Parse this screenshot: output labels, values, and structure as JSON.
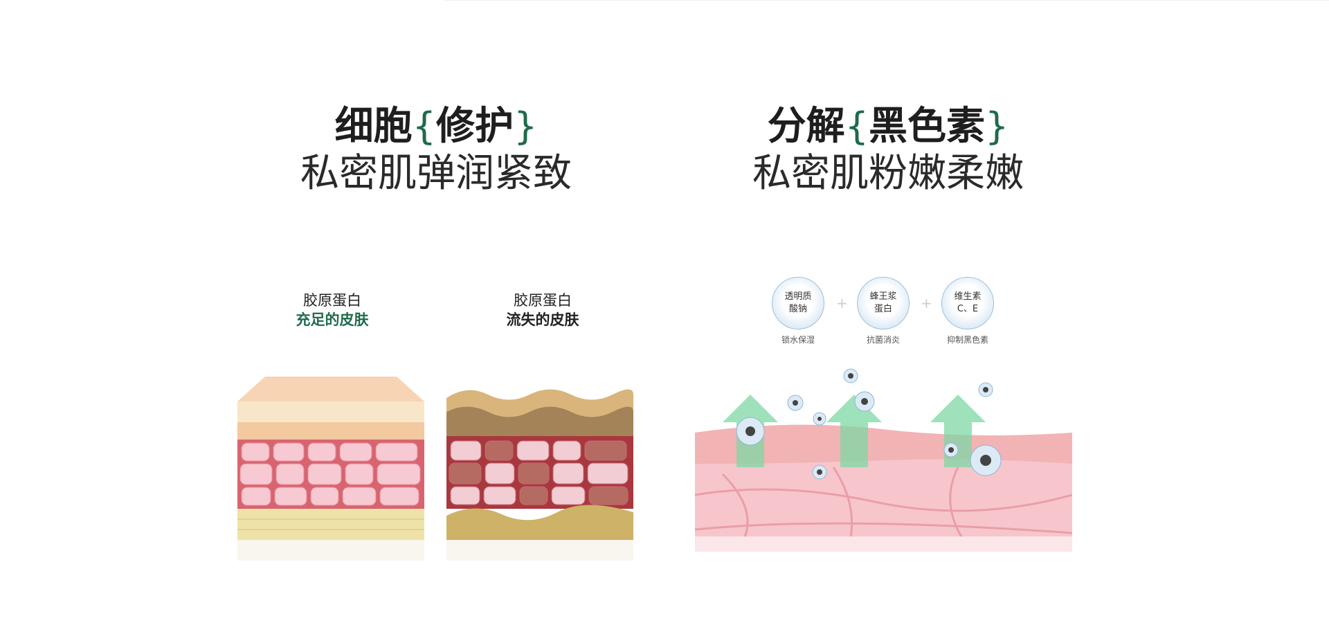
{
  "left": {
    "title_a": "细胞",
    "title_b": "修护",
    "open": "{",
    "close": "}",
    "subtitle": "私密肌弹润紧致",
    "labels": [
      {
        "line1": "胶原蛋白",
        "line2": "充足的皮肤"
      },
      {
        "line1": "胶原蛋白",
        "line2": "流失的皮肤"
      }
    ]
  },
  "right": {
    "title_a": "分解",
    "title_b": "黑色素",
    "open": "{",
    "close": "}",
    "subtitle": "私密肌粉嫩柔嫩",
    "ingredients": [
      {
        "line1": "透明质",
        "line2": "酸钠",
        "caption": "锁水保湿"
      },
      {
        "line1": "蜂王浆",
        "line2": "蛋白",
        "caption": "抗菌消炎"
      },
      {
        "line1": "维生素",
        "line2": "C、E",
        "caption": "抑制黑色素"
      }
    ],
    "plus": "+"
  },
  "colors": {
    "accent": "#1f6b4c"
  }
}
